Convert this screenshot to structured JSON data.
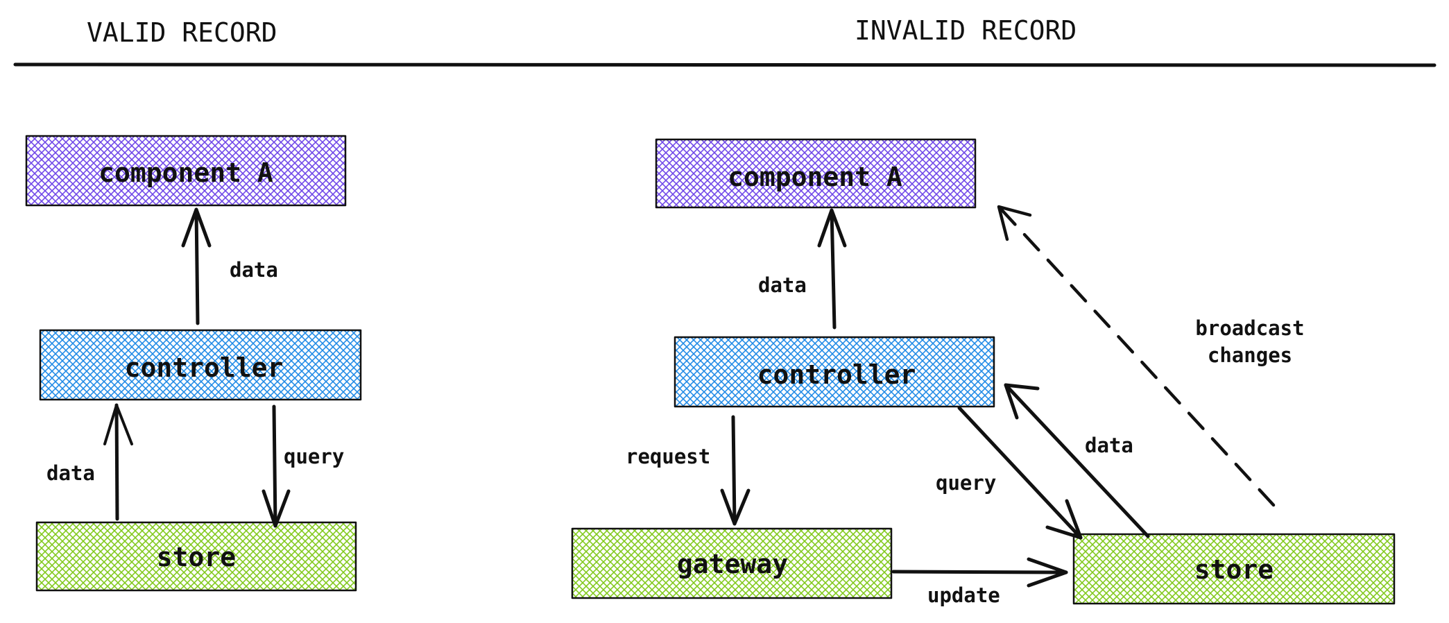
{
  "headings": {
    "valid": "VALID RECORD",
    "invalid": "INVALID RECORD"
  },
  "colors": {
    "component": "#7048e8",
    "controller": "#228be6",
    "store": "#82c91e",
    "ink": "#111111"
  },
  "valid": {
    "component": "component A",
    "controller": "controller",
    "store": "store",
    "edges": {
      "controller_to_component": "data",
      "store_to_controller": "data",
      "controller_to_store": "query"
    }
  },
  "invalid": {
    "component": "component A",
    "controller": "controller",
    "gateway": "gateway",
    "store": "store",
    "edges": {
      "controller_to_component": "data",
      "controller_to_gateway": "request",
      "gateway_to_store": "update",
      "controller_to_store": "query",
      "store_to_controller": "data",
      "store_to_component_line1": "broadcast",
      "store_to_component_line2": "changes"
    }
  }
}
